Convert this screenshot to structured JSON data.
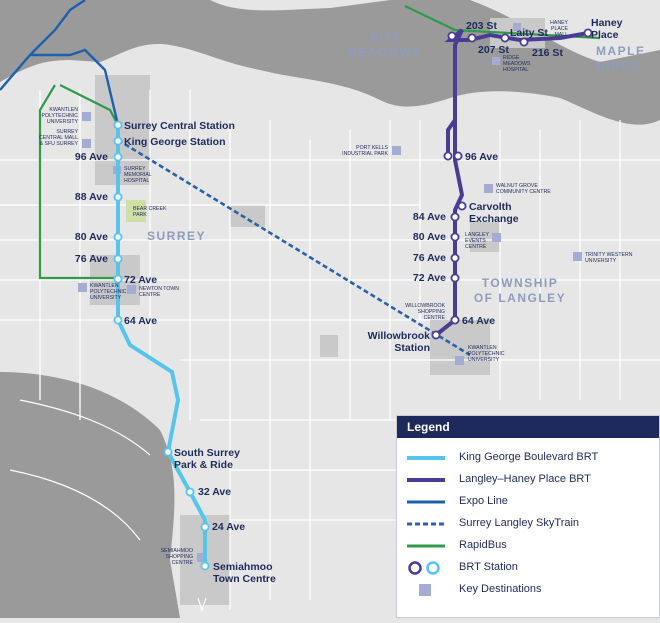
{
  "colors": {
    "background": "#e6e6e6",
    "water": "#9a9a9a",
    "roads": "#ffffff",
    "developed": "#c9c9c9",
    "king_george_brt": "#56c5ec",
    "langley_haney_brt": "#4a3b93",
    "expo_line": "#1e5fae",
    "skytrain": "#2a62a6",
    "rapidbus": "#2f9a4a",
    "destination": "#a5acd3",
    "park": "#cfe0a6",
    "text": "#1f2a5c"
  },
  "areas": {
    "surrey": "SURREY",
    "pitt_meadows": [
      "PITT",
      "MEADOWS"
    ],
    "maple_ridge": [
      "MAPLE",
      "RIDGE"
    ],
    "langley": [
      "TOWNSHIP",
      "OF LANGLEY"
    ]
  },
  "king_george_stations": {
    "surrey_central": "Surrey Central Station",
    "king_george": "King George Station",
    "ave96": "96 Ave",
    "ave88": "88 Ave",
    "ave80": "80 Ave",
    "ave76": "76 Ave",
    "ave72": "72 Ave",
    "ave64": "64 Ave",
    "south_surrey": [
      "South Surrey",
      "Park & Ride"
    ],
    "ave32": "32 Ave",
    "ave24": "24 Ave",
    "semiahmoo": [
      "Semiahmoo",
      "Town Centre"
    ]
  },
  "langley_stations": {
    "st203": "203 St",
    "st207": "207 St",
    "laity": "Laity St",
    "st216": "216 St",
    "haney": [
      "Haney",
      "Place"
    ],
    "ave96": "96 Ave",
    "carvolth": [
      "Carvolth",
      "Exchange"
    ],
    "ave84": "84 Ave",
    "ave80": "80 Ave",
    "ave76": "76 Ave",
    "ave72": "72 Ave",
    "ave64": "64 Ave",
    "willowbrook": [
      "Willowbrook",
      "Station"
    ]
  },
  "destinations": {
    "kpu_surrey": [
      "KWANTLEN",
      "POLYTECHNIC",
      "UNIVERSITY"
    ],
    "surrey_central_mall": [
      "SURREY",
      "CENTRAL MALL",
      "& SFU SURREY"
    ],
    "smh": [
      "SURREY",
      "MEMORIAL",
      "HOSPITAL"
    ],
    "bear_creek": [
      "BEAR CREEK",
      "PARK"
    ],
    "kpu_newton": [
      "KWANTLEN",
      "POLYTECHNIC",
      "UNIVERSITY"
    ],
    "newton_tc": [
      "NEWTON TOWN",
      "CENTRE"
    ],
    "semiahmoo_sc": [
      "SEMIAHMOO",
      "SHOPPING",
      "CENTRE"
    ],
    "port_kells": [
      "PORT KELLS",
      "INDUSTRIAL PARK"
    ],
    "walnut_grove": [
      "WALNUT GROVE",
      "COMMUNITY CENTRE"
    ],
    "langley_events": [
      "LANGLEY",
      "EVENTS",
      "CENTRE"
    ],
    "trinity_western": [
      "TRINITY WESTERN",
      "UNIVERSITY"
    ],
    "willowbrook_sc": [
      "WILLOWBROOK",
      "SHOPPING",
      "CENTRE"
    ],
    "kpu_langley": [
      "KWANTLEN",
      "POLYTECHNIC",
      "UNIVERSITY"
    ],
    "haney_place_mall": [
      "HANEY",
      "PLACE",
      "MALL"
    ],
    "ridge_meadows": [
      "RIDGE",
      "MEADOWS",
      "HOSPITAL"
    ]
  },
  "legend": {
    "title": "Legend",
    "items": [
      {
        "label": "King George Boulevard BRT",
        "symbol": "line-light-blue"
      },
      {
        "label": "Langley–Haney Place BRT",
        "symbol": "line-purple"
      },
      {
        "label": "Expo Line",
        "symbol": "line-blue"
      },
      {
        "label": "Surrey Langley SkyTrain",
        "symbol": "line-dashed"
      },
      {
        "label": "RapidBus",
        "symbol": "line-green"
      },
      {
        "label": "BRT Station",
        "symbol": "station-circles"
      },
      {
        "label": "Key Destinations",
        "symbol": "destination-square"
      }
    ]
  }
}
